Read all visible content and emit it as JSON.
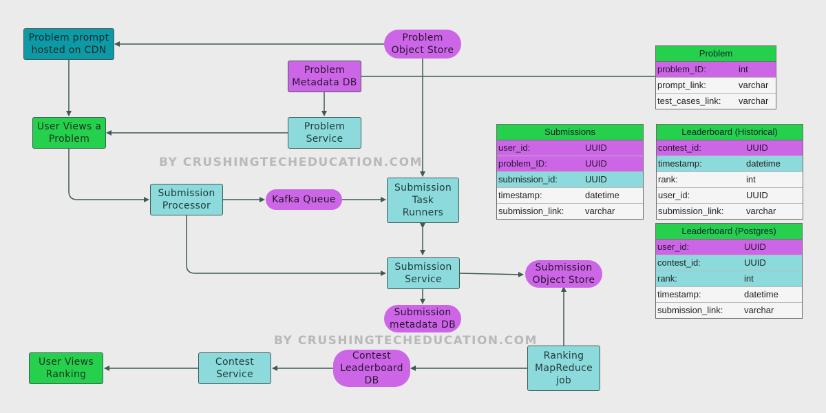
{
  "nodes": {
    "problem_prompt_cdn": "Problem prompt\nhosted on CDN",
    "problem_object_store": "Problem\nObject Store",
    "problem_metadata_db": "Problem\nMetadata DB",
    "user_views_problem": "User Views a\nProblem",
    "problem_service": "Problem\nService",
    "submission_processor": "Submission\nProcessor",
    "kafka_queue": "Kafka Queue",
    "submission_task_runners": "Submission\nTask\nRunners",
    "submission_service": "Submission\nService",
    "submission_object_store": "Submission\nObject Store",
    "submission_metadata_db": "Submission\nmetadata DB",
    "ranking_mapreduce_job": "Ranking\nMapReduce\njob",
    "contest_leaderboard_db": "Contest\nLeaderboard\nDB",
    "contest_service": "Contest\nService",
    "user_views_ranking": "User Views\nRanking"
  },
  "watermark": {
    "top": "BY CRUSHINGTECHEDUCATION.COM",
    "bottom": "BY CRUSHINGTECHEDUCATION.COM"
  },
  "tables": {
    "problem": {
      "title": "Problem",
      "rows": [
        {
          "field": "problem_ID:",
          "type": "int",
          "color": "purple"
        },
        {
          "field": "prompt_link:",
          "type": "varchar",
          "color": "white"
        },
        {
          "field": "test_cases_link:",
          "type": "varchar",
          "color": "white"
        }
      ]
    },
    "submissions": {
      "title": "Submissions",
      "rows": [
        {
          "field": "user_id:",
          "type": "UUID",
          "color": "purple"
        },
        {
          "field": "problem_ID:",
          "type": "UUID",
          "color": "purple"
        },
        {
          "field": "submission_id:",
          "type": "UUID",
          "color": "teal"
        },
        {
          "field": "timestamp:",
          "type": "datetime",
          "color": "white"
        },
        {
          "field": "submission_link:",
          "type": "varchar",
          "color": "white"
        }
      ]
    },
    "leaderboard_historical": {
      "title": "Leaderboard (Historical)",
      "rows": [
        {
          "field": "contest_id:",
          "type": "UUID",
          "color": "purple"
        },
        {
          "field": "timestamp:",
          "type": "datetime",
          "color": "teal"
        },
        {
          "field": "rank:",
          "type": "int",
          "color": "white"
        },
        {
          "field": "user_id:",
          "type": "UUID",
          "color": "white"
        },
        {
          "field": "submission_link:",
          "type": "varchar",
          "color": "white"
        }
      ]
    },
    "leaderboard_postgres": {
      "title": "Leaderboard (Postgres)",
      "rows": [
        {
          "field": "user_id:",
          "type": "UUID",
          "color": "purple"
        },
        {
          "field": "contest_id:",
          "type": "UUID",
          "color": "teal"
        },
        {
          "field": "rank:",
          "type": "int",
          "color": "teal"
        },
        {
          "field": "timestamp:",
          "type": "datetime",
          "color": "white"
        },
        {
          "field": "submission_link:",
          "type": "varchar",
          "color": "white"
        }
      ]
    }
  },
  "colors": {
    "client_green": "#25d04c",
    "service_teal": "#8cdadb",
    "storage_purple": "#cc66e6",
    "cdn_blue": "#0e9aa5",
    "edge": "#3f5a52",
    "background": "#ebebeb"
  }
}
